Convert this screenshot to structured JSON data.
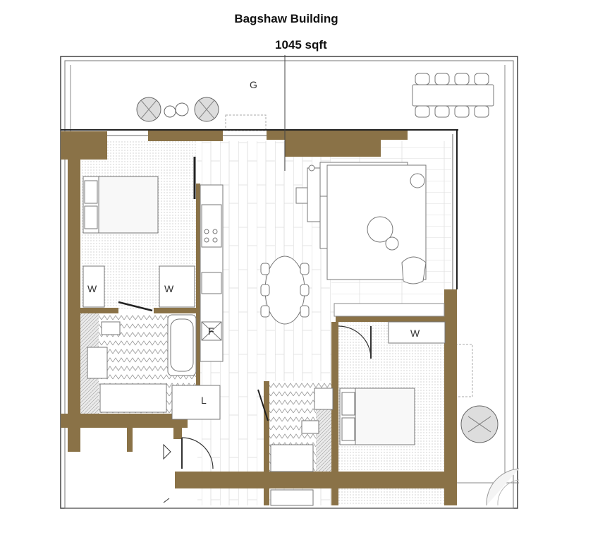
{
  "header": {
    "building_name": "Bagshaw Building",
    "area": "1045 sqft"
  },
  "plan": {
    "labels": {
      "garden": "G",
      "wardrobe_1": "W",
      "wardrobe_2": "W",
      "wardrobe_3": "W",
      "fridge": "F",
      "laundry": "L"
    },
    "colors": {
      "wall": "#8a7247",
      "floor_line": "#d9d9d9",
      "outline": "#555555"
    }
  }
}
